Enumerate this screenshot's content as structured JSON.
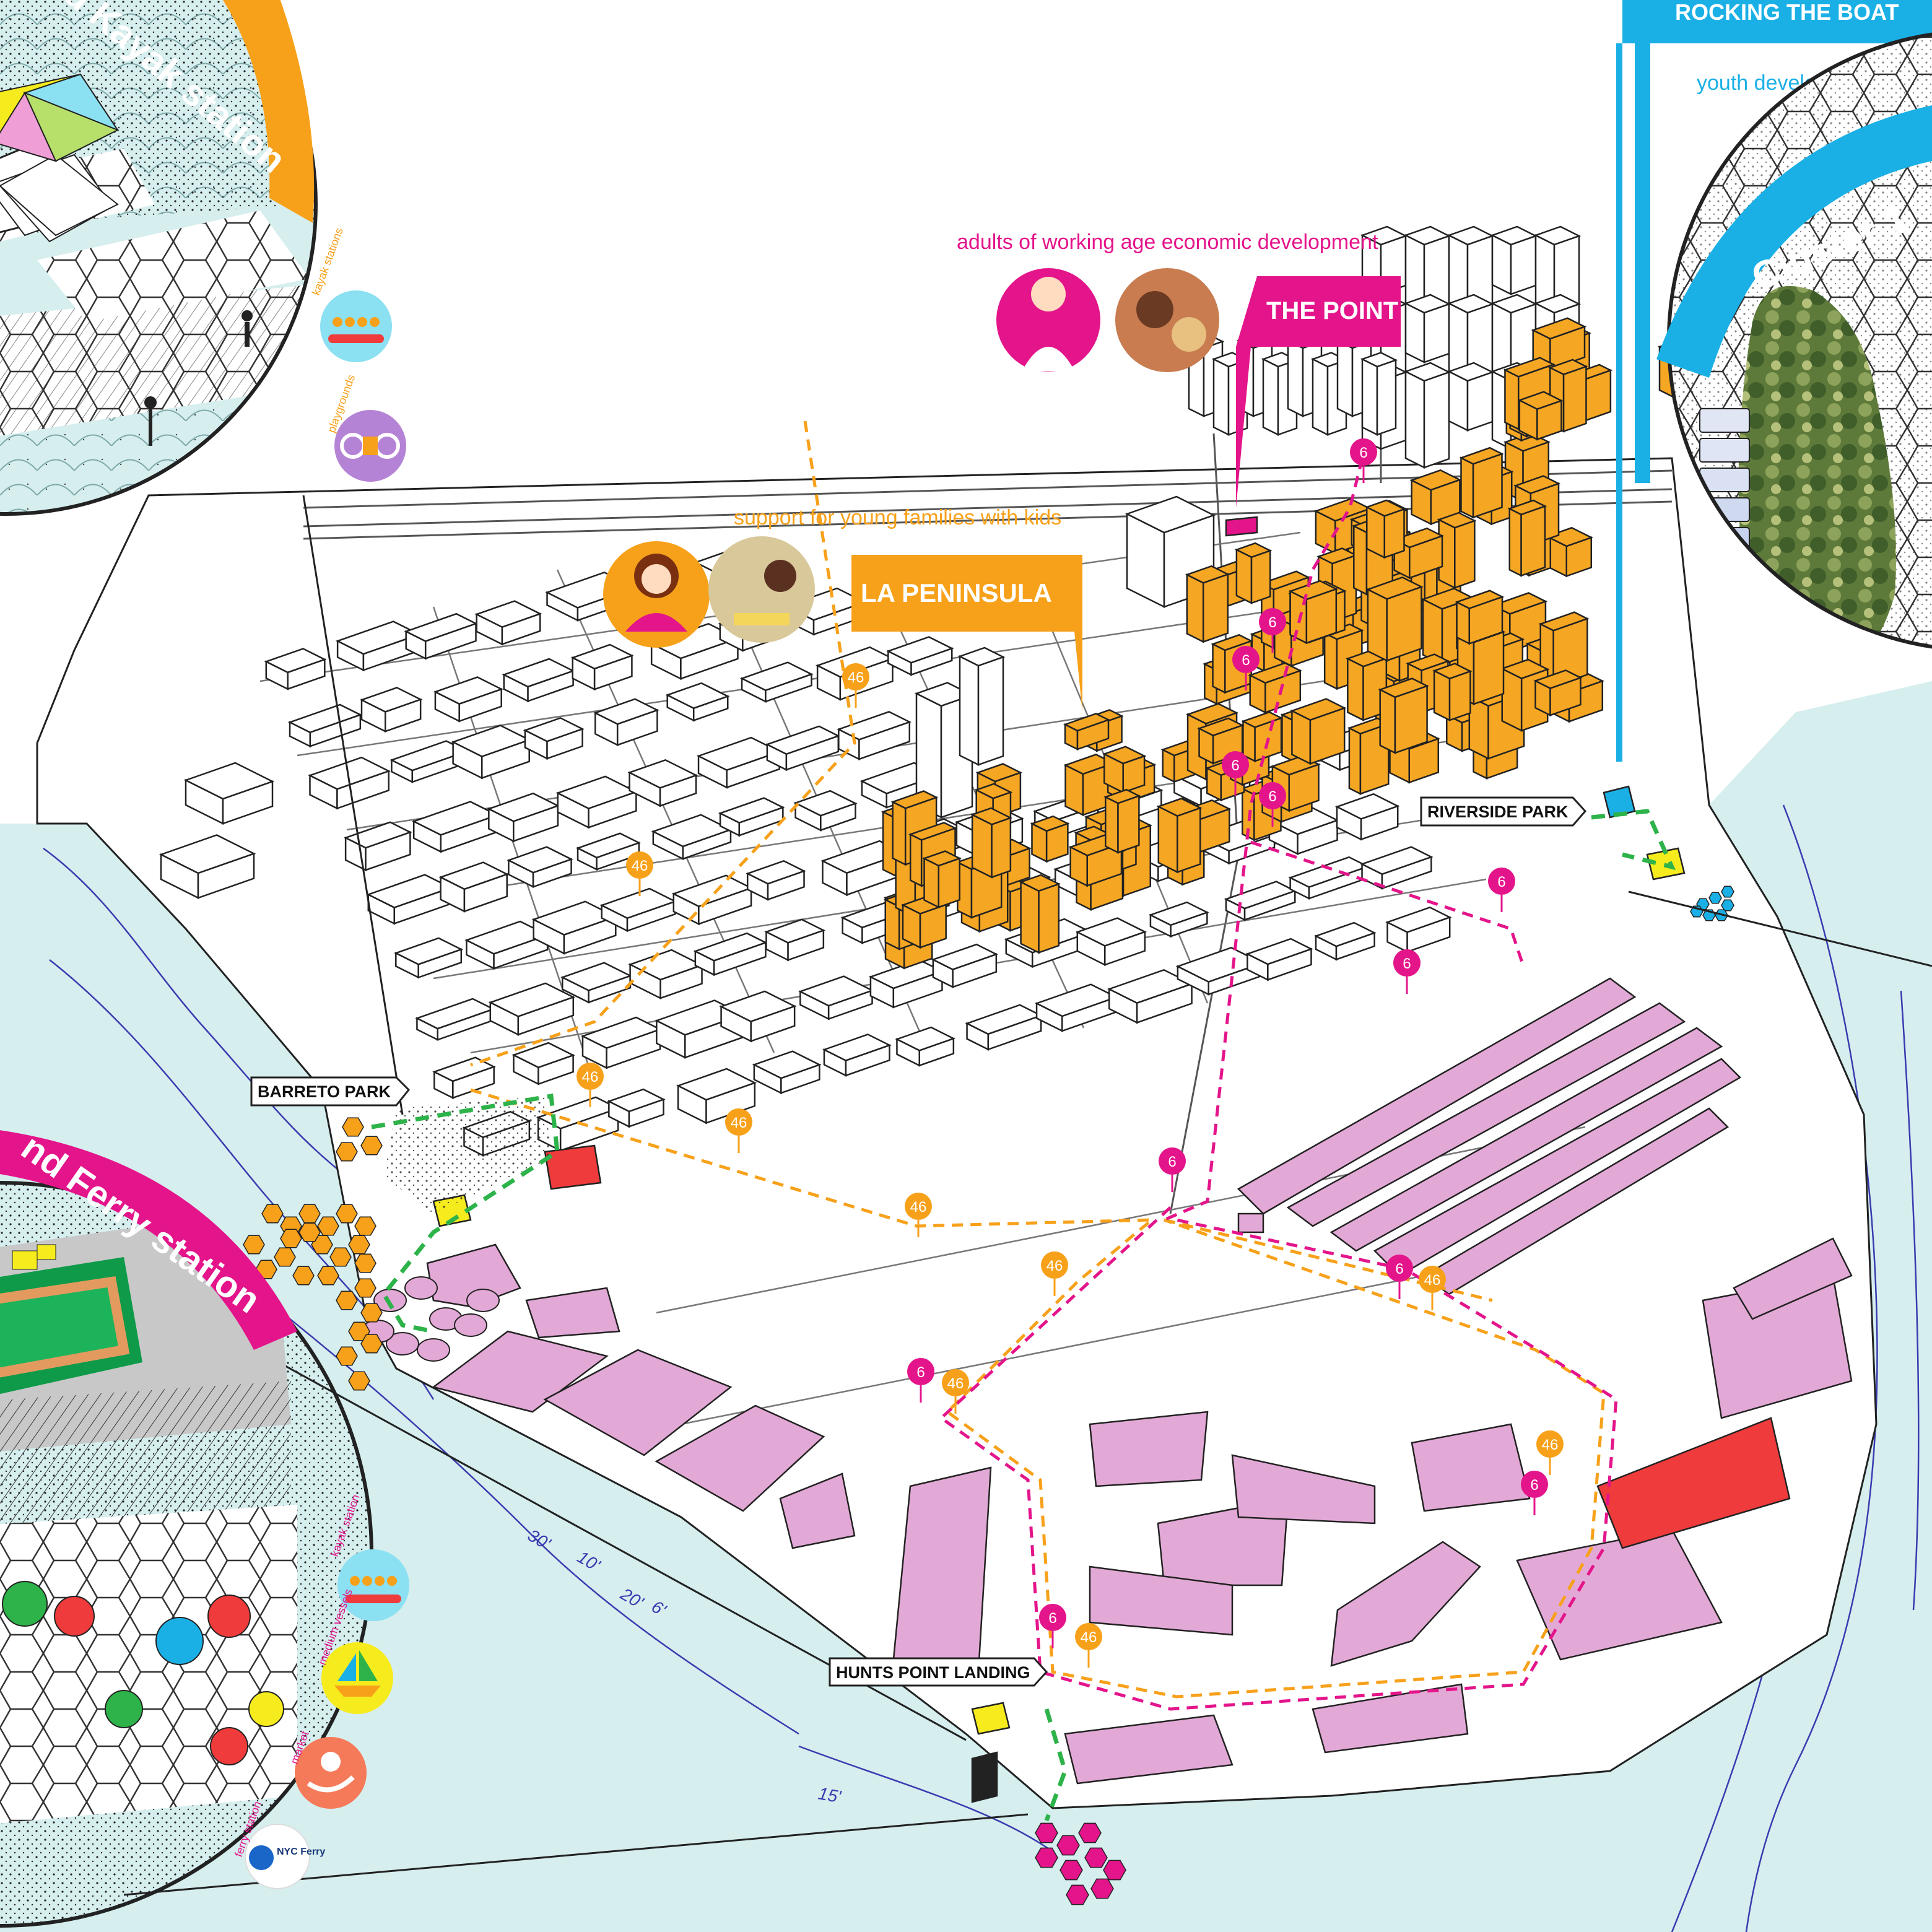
{
  "colors": {
    "water": "#d6eeee",
    "housing": "#f5a623",
    "industrial": "#e3a9d6",
    "magenta": "#e4148b",
    "cyan": "#1ab0e6",
    "orange": "#f7a11a",
    "green": "#2db34a",
    "red": "#ef3b3b",
    "yellow": "#f6ec1d"
  },
  "callouts": {
    "rocking": {
      "title": "ROCKING THE BOAT",
      "subtitle": "youth development via S"
    },
    "point": {
      "title": "THE POINT",
      "caption": "adults of working age economic development"
    },
    "peninsula": {
      "title": "LA PENINSULA",
      "caption": "support for young families with kids"
    }
  },
  "circles": {
    "kayak": {
      "banner": "nd Kayak station"
    },
    "ferry": {
      "banner": "nd Ferry station"
    },
    "cluster": {
      "banner": "Cluster 1"
    }
  },
  "legend_top": [
    {
      "label": "kayak stations",
      "icon": "kayak-icon"
    },
    {
      "label": "playgrounds",
      "icon": "playground-icon"
    }
  ],
  "legend_bottom": [
    {
      "label": "kayak station",
      "icon": "kayak-icon"
    },
    {
      "label": "medium vessels",
      "icon": "sailboat-icon"
    },
    {
      "label": "market",
      "icon": "market-hand-icon"
    },
    {
      "label": "ferry station",
      "icon": "ferry-icon",
      "badge": "NYC Ferry"
    }
  ],
  "places": {
    "barreto": "BARRETO PARK",
    "riverside": "RIVERSIDE PARK",
    "hunts": "HUNTS POINT LANDING"
  },
  "bus_routes": {
    "bx6": "6",
    "bx46": "46"
  },
  "depths": [
    "30'",
    "10'",
    "6'",
    "15'",
    "20'"
  ]
}
